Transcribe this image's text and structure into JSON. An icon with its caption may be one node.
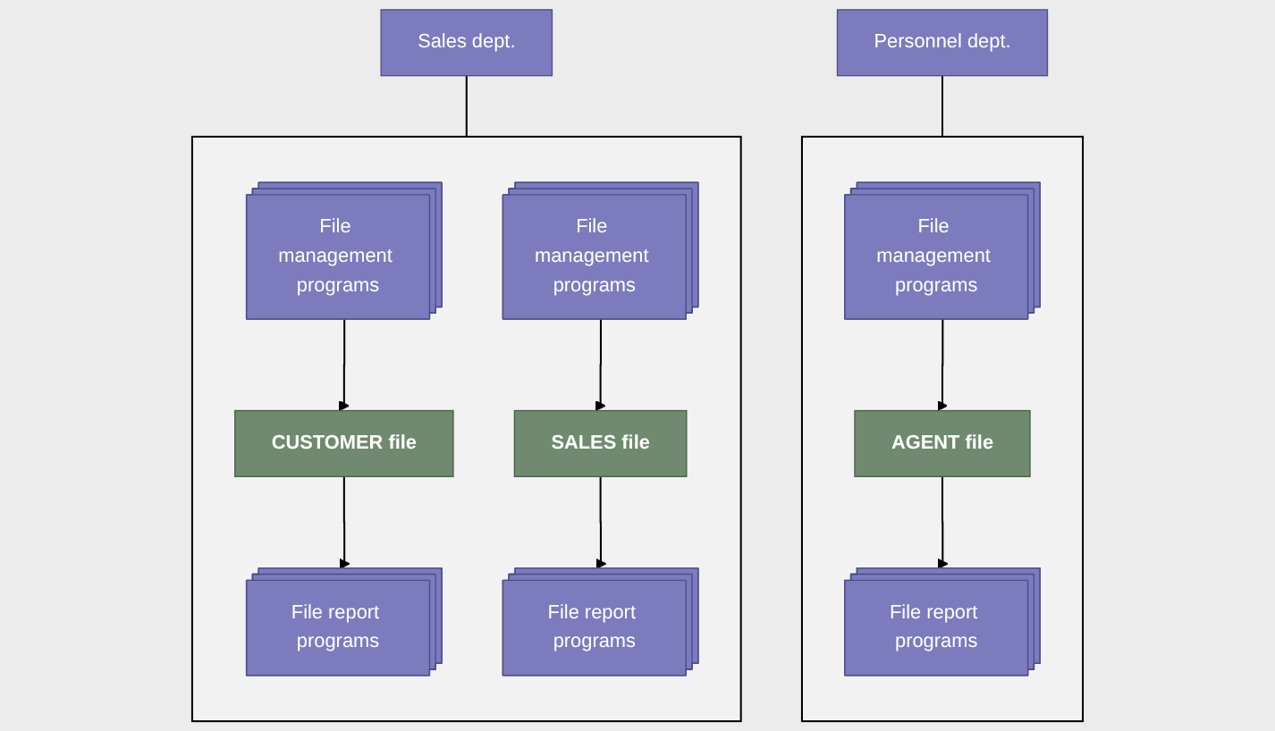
{
  "diagram": {
    "nodes": [
      {
        "text": [
          "Sales dept."
        ]
      },
      {
        "text": [],
        "shape": "box"
      },
      {
        "text": [
          "File management programs"
        ],
        "in": 1
      },
      {
        "text": [
          "File report programs"
        ],
        "in": 1
      },
      {
        "text": [
          "CUSTOMER file"
        ],
        "in": 1
      },
      {
        "text": [
          "File management programs"
        ],
        "in": 1
      },
      {
        "text": [
          "File report programs"
        ],
        "in": 1
      },
      {
        "text": [
          "SALES file"
        ],
        "in": 1
      },
      {
        "text": [
          "Personnel dept."
        ]
      },
      {
        "text": [],
        "shape": "box"
      },
      {
        "text": [
          "File management programs"
        ],
        "in": 9
      },
      {
        "text": [
          "File report programs"
        ],
        "in": 9
      },
      {
        "text": [
          "AGENT file"
        ],
        "in": 9
      }
    ],
    "edges": [
      {
        "from": 0,
        "to": 1,
        "arrow": "none"
      },
      {
        "from": 2,
        "to": 4,
        "arrow": "to"
      },
      {
        "from": 4,
        "to": 3,
        "arrow": "to"
      },
      {
        "from": 5,
        "to": 7,
        "arrow": "to"
      },
      {
        "from": 7,
        "to": 6,
        "arrow": "to"
      },
      {
        "from": 8,
        "to": 9,
        "arrow": "none"
      },
      {
        "from": 10,
        "to": 12,
        "arrow": "to"
      },
      {
        "from": 12,
        "to": 11,
        "arrow": "to"
      }
    ]
  }
}
